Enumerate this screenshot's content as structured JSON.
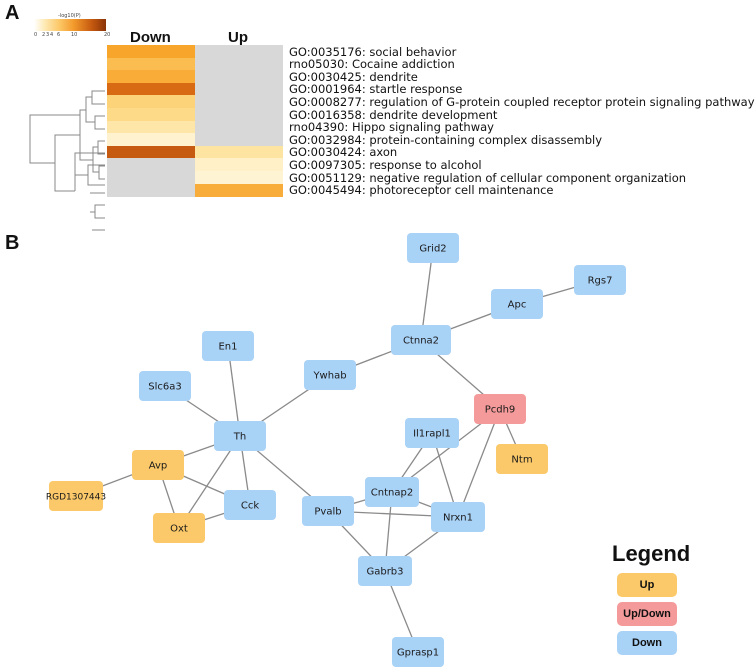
{
  "panel_a": {
    "letter": "A",
    "colorbar": {
      "title": "-log10(P)",
      "ticks": [
        "0",
        "2",
        "3",
        "4",
        "6",
        "10",
        "20"
      ]
    },
    "columns": [
      "Down",
      "Up"
    ],
    "terms": [
      {
        "label": "GO:0035176: social behavior",
        "down": "#f8a52c",
        "up": "#d8d8d8"
      },
      {
        "label": "rno05030: Cocaine addiction",
        "down": "#fbbd50",
        "up": "#d8d8d8"
      },
      {
        "label": "GO:0030425: dendrite",
        "down": "#f9ad38",
        "up": "#d8d8d8"
      },
      {
        "label": "GO:0001964: startle response",
        "down": "#d96a14",
        "up": "#d8d8d8"
      },
      {
        "label": "GO:0008277: regulation of G-protein coupled receptor protein signaling pathway",
        "down": "#fdd37a",
        "up": "#d8d8d8"
      },
      {
        "label": "GO:0016358: dendrite development",
        "down": "#fdda88",
        "up": "#d8d8d8"
      },
      {
        "label": "rno04390: Hippo signaling pathway",
        "down": "#fee6a9",
        "up": "#d8d8d8"
      },
      {
        "label": "GO:0032984: protein-containing complex disassembly",
        "down": "#fff2cf",
        "up": "#d8d8d8"
      },
      {
        "label": "GO:0030424: axon",
        "down": "#c65a10",
        "up": "#fde4a0"
      },
      {
        "label": "GO:0097305: response to alcohol",
        "down": "#d8d8d8",
        "up": "#fff0c8"
      },
      {
        "label": "GO:0051129: negative regulation of cellular component organization",
        "down": "#d8d8d8",
        "up": "#fef4d4"
      },
      {
        "label": "GO:0045494: photoreceptor cell maintenance",
        "down": "#d8d8d8",
        "up": "#f8ac3a"
      }
    ]
  },
  "panel_b": {
    "letter": "B",
    "colors": {
      "Up": "#fbc96a",
      "Up/Down": "#f59a9a",
      "Down": "#a9d2f7"
    },
    "nodes": [
      {
        "id": "Grid2",
        "status": "Down"
      },
      {
        "id": "Rgs7",
        "status": "Down"
      },
      {
        "id": "Apc",
        "status": "Down"
      },
      {
        "id": "Ctnna2",
        "status": "Down"
      },
      {
        "id": "En1",
        "status": "Down"
      },
      {
        "id": "Ywhab",
        "status": "Down"
      },
      {
        "id": "Slc6a3",
        "status": "Down"
      },
      {
        "id": "Pcdh9",
        "status": "Up/Down"
      },
      {
        "id": "Il1rapl1",
        "status": "Down"
      },
      {
        "id": "Th",
        "status": "Down"
      },
      {
        "id": "Ntm",
        "status": "Up"
      },
      {
        "id": "Avp",
        "status": "Up"
      },
      {
        "id": "RGD1307443",
        "status": "Up"
      },
      {
        "id": "Cntnap2",
        "status": "Down"
      },
      {
        "id": "Cck",
        "status": "Down"
      },
      {
        "id": "Pvalb",
        "status": "Down"
      },
      {
        "id": "Nrxn1",
        "status": "Down"
      },
      {
        "id": "Oxt",
        "status": "Up"
      },
      {
        "id": "Gabrb3",
        "status": "Down"
      },
      {
        "id": "Gprasp1",
        "status": "Down"
      }
    ],
    "edges": [
      [
        "Grid2",
        "Ctnna2"
      ],
      [
        "Rgs7",
        "Apc"
      ],
      [
        "Apc",
        "Ctnna2"
      ],
      [
        "Ctnna2",
        "Ywhab"
      ],
      [
        "Ctnna2",
        "Pcdh9"
      ],
      [
        "Ywhab",
        "Th"
      ],
      [
        "En1",
        "Th"
      ],
      [
        "Slc6a3",
        "Th"
      ],
      [
        "Th",
        "Avp"
      ],
      [
        "Th",
        "Oxt"
      ],
      [
        "Th",
        "Cck"
      ],
      [
        "Th",
        "Pvalb"
      ],
      [
        "Avp",
        "RGD1307443"
      ],
      [
        "Avp",
        "Oxt"
      ],
      [
        "Avp",
        "Cck"
      ],
      [
        "Oxt",
        "Cck"
      ],
      [
        "Pcdh9",
        "Ntm"
      ],
      [
        "Pcdh9",
        "Cntnap2"
      ],
      [
        "Pcdh9",
        "Nrxn1"
      ],
      [
        "Il1rapl1",
        "Cntnap2"
      ],
      [
        "Il1rapl1",
        "Nrxn1"
      ],
      [
        "Cntnap2",
        "Nrxn1"
      ],
      [
        "Cntnap2",
        "Pvalb"
      ],
      [
        "Cntnap2",
        "Gabrb3"
      ],
      [
        "Pvalb",
        "Gabrb3"
      ],
      [
        "Nrxn1",
        "Pvalb"
      ],
      [
        "Nrxn1",
        "Gabrb3"
      ],
      [
        "Gabrb3",
        "Gprasp1"
      ]
    ],
    "legend": {
      "title": "Legend",
      "items": [
        "Up",
        "Up/Down",
        "Down"
      ]
    }
  }
}
